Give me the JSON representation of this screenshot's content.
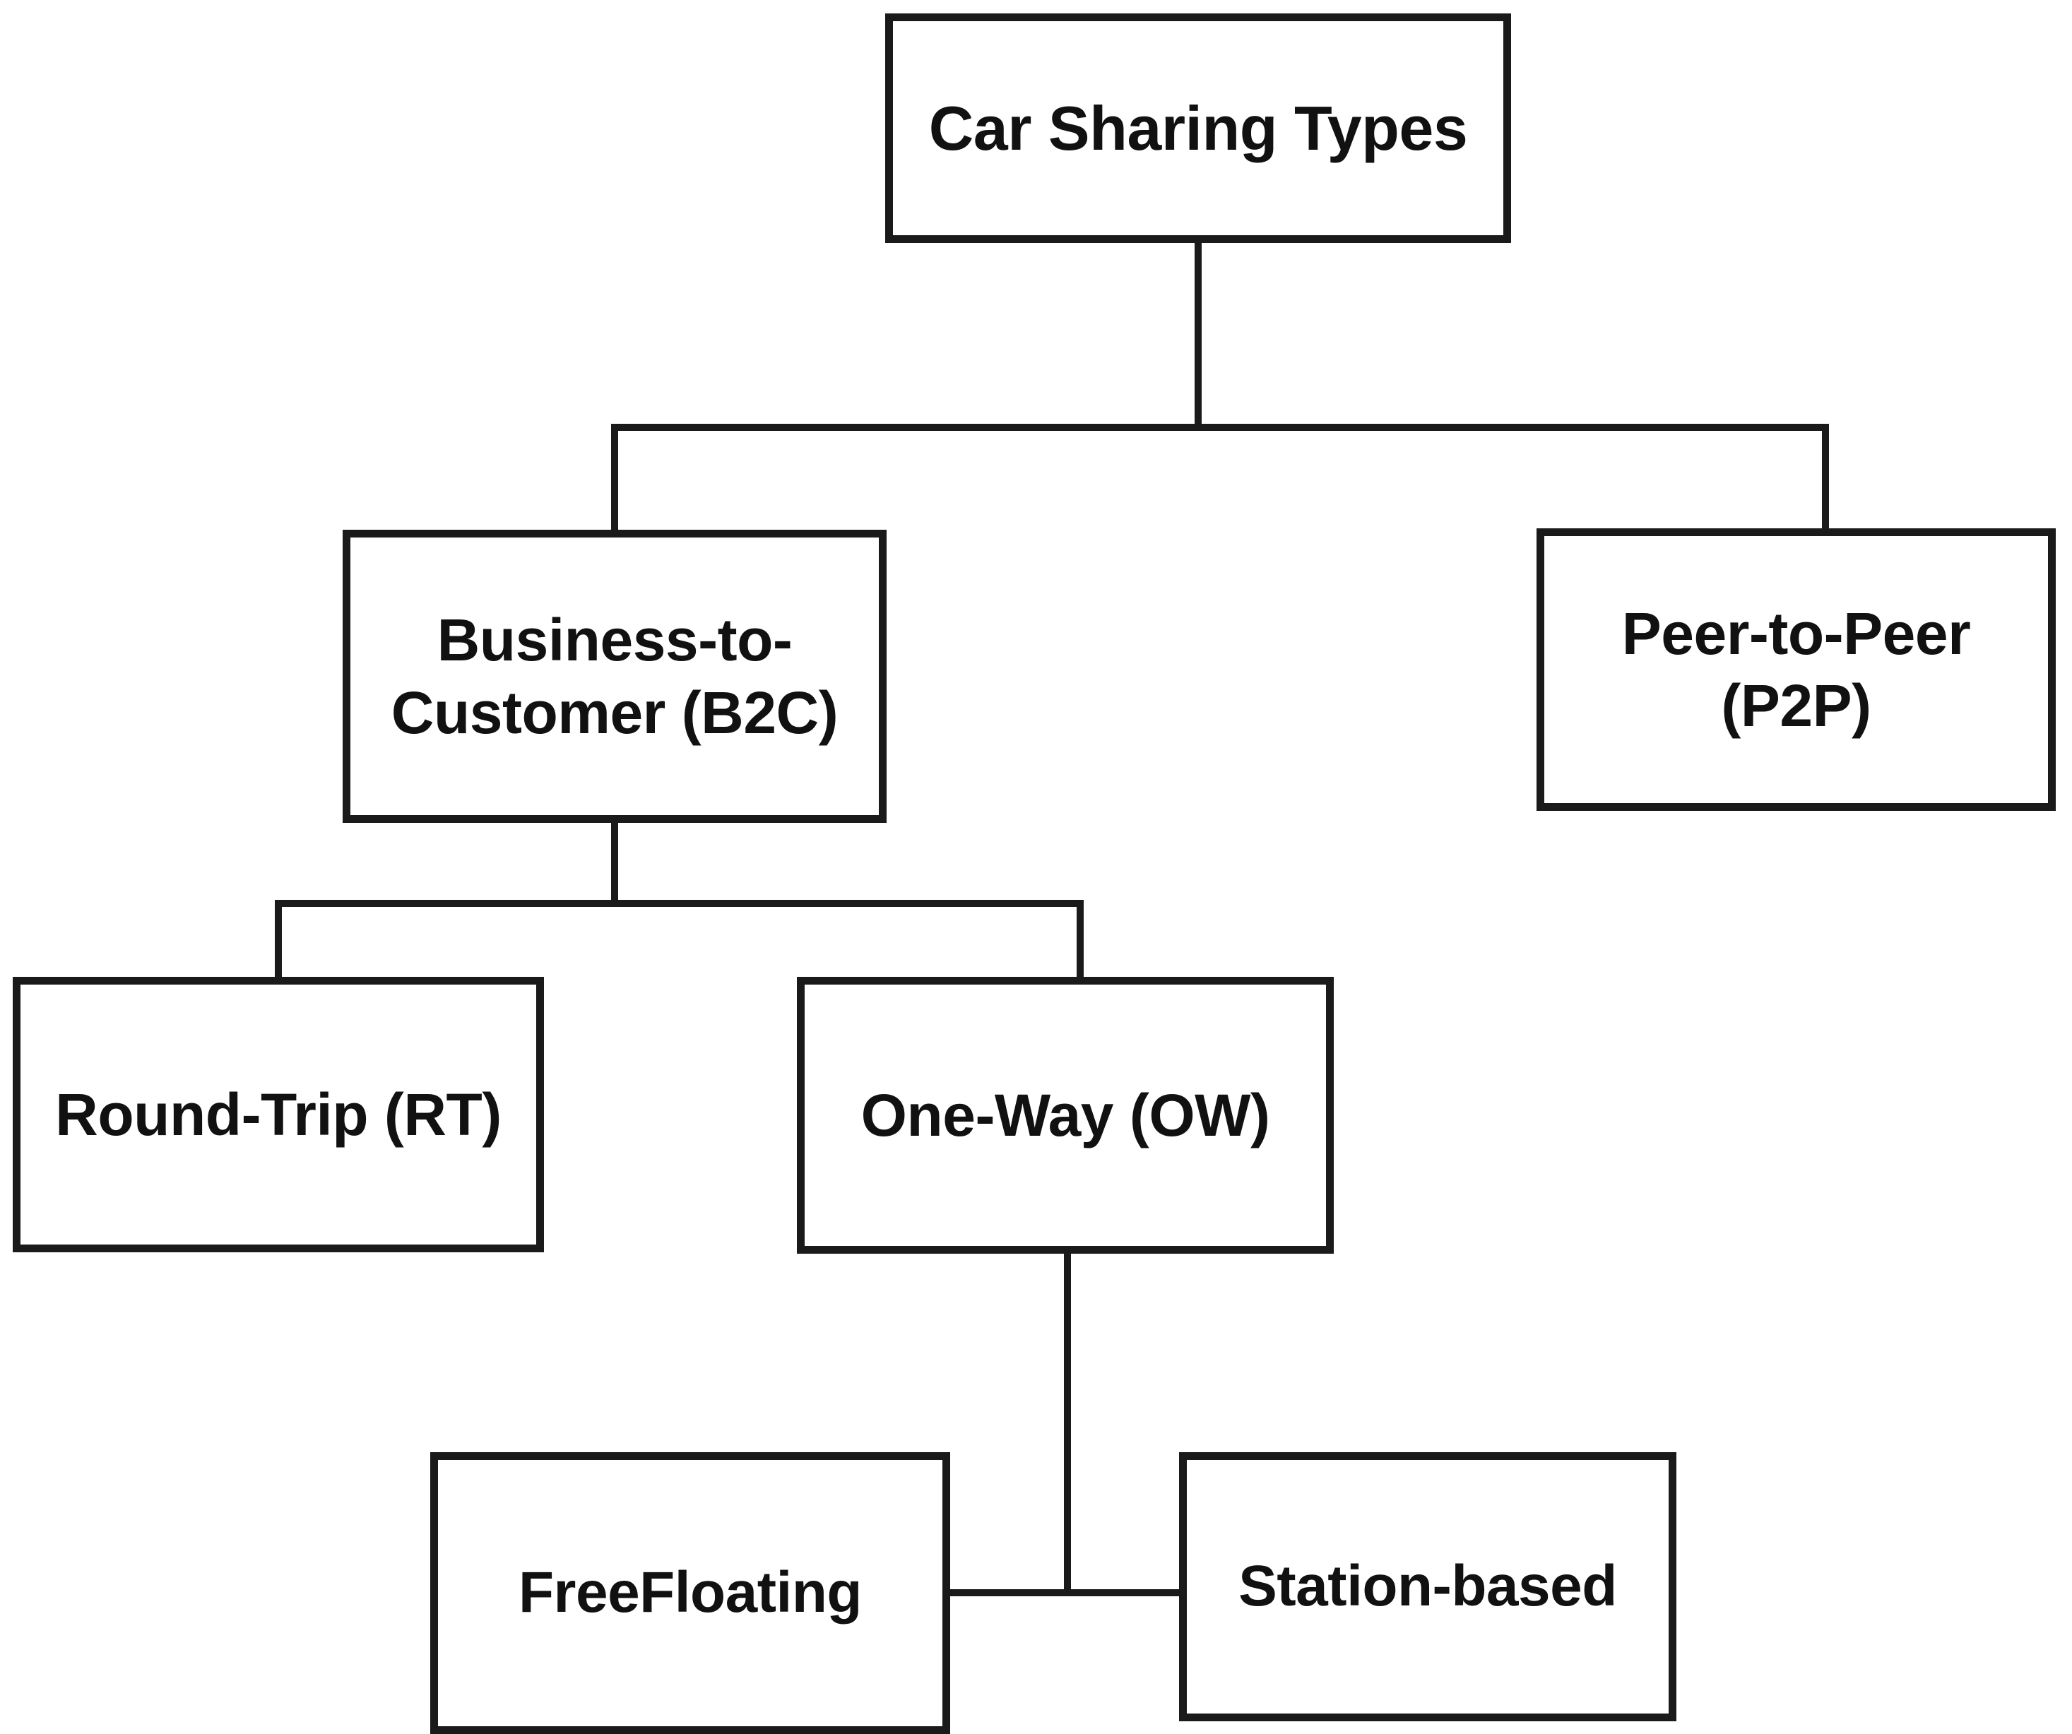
{
  "diagram": {
    "title": "Car Sharing Types",
    "type": "hierarchy-tree",
    "background_color": "#ffffff",
    "line_color": "#1a1a1a",
    "box_fill_color": "#ffffff",
    "text_color": "#111111"
  },
  "nodes": {
    "root": {
      "id": "car-sharing-types",
      "label": "Car Sharing Types",
      "level": 0
    },
    "b2c": {
      "id": "business-to-customer",
      "label": "Business-to-\nCustomer (B2C)",
      "level": 1
    },
    "p2p": {
      "id": "peer-to-peer",
      "label": "Peer-to-Peer\n(P2P)",
      "level": 1
    },
    "rt": {
      "id": "round-trip",
      "label": "Round-Trip (RT)",
      "level": 2
    },
    "ow": {
      "id": "one-way",
      "label": "One-Way (OW)",
      "level": 2
    },
    "ff": {
      "id": "free-floating",
      "label": "FreeFloating",
      "level": 3
    },
    "sb": {
      "id": "station-based",
      "label": "Station-based",
      "level": 3
    }
  },
  "edges": [
    {
      "from": "car-sharing-types",
      "to": "business-to-customer"
    },
    {
      "from": "car-sharing-types",
      "to": "peer-to-peer"
    },
    {
      "from": "business-to-customer",
      "to": "round-trip"
    },
    {
      "from": "business-to-customer",
      "to": "one-way"
    },
    {
      "from": "one-way",
      "to": "free-floating"
    },
    {
      "from": "one-way",
      "to": "station-based"
    }
  ]
}
